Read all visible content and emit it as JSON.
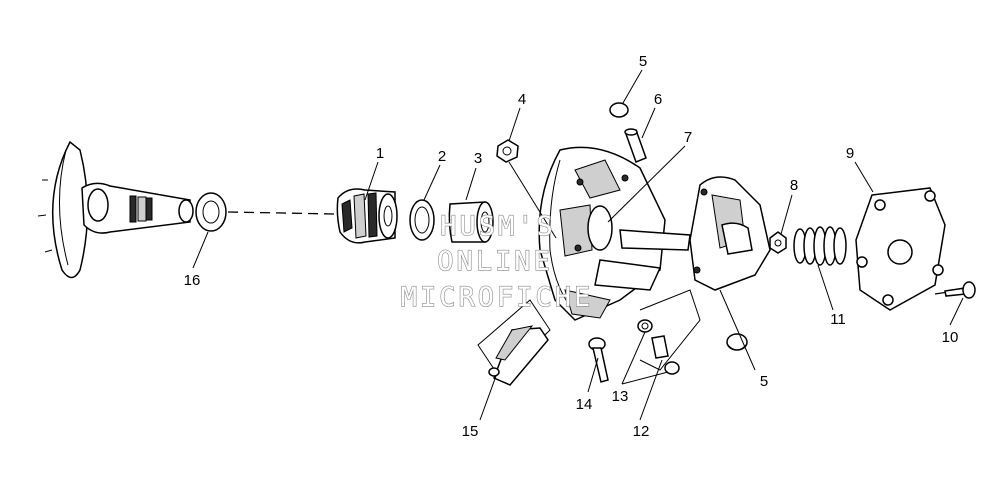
{
  "callouts": {
    "c1": "1",
    "c2": "2",
    "c3": "3",
    "c4": "4",
    "c5a": "5",
    "c5b": "5",
    "c6": "6",
    "c7": "7",
    "c8": "8",
    "c9": "9",
    "c10": "10",
    "c11": "11",
    "c12": "12",
    "c13": "13",
    "c14": "14",
    "c15": "15",
    "c16": "16"
  },
  "watermark": {
    "line1": "HUSM'S",
    "line2": "ONLINE",
    "line3": "MICROFICHE"
  },
  "colors": {
    "ink": "#000000",
    "paper": "#ffffff",
    "watermark_outline": "#888888"
  }
}
